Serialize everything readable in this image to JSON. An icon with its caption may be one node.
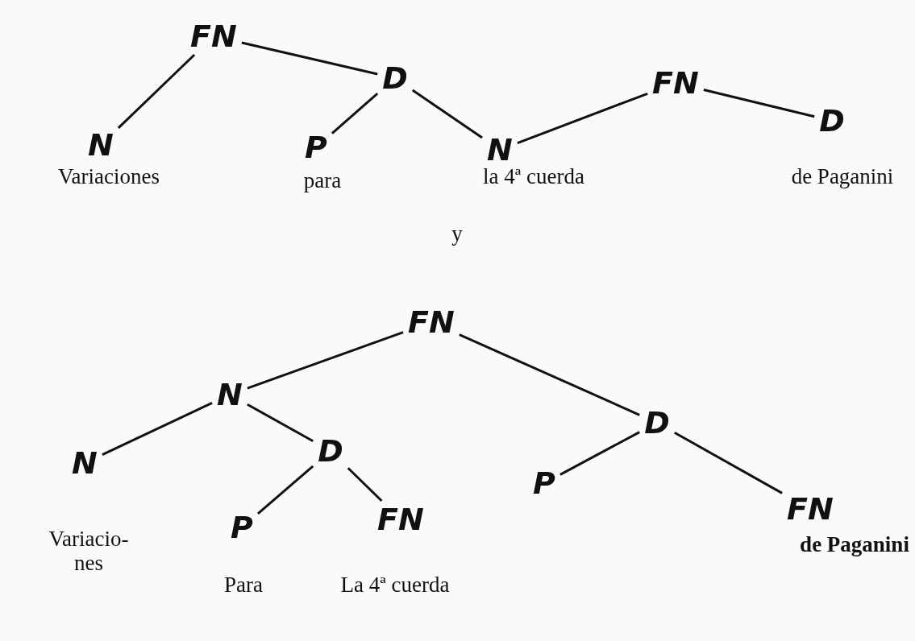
{
  "diagram": {
    "nodes": [
      {
        "text": [
          "FN"
        ]
      },
      {
        "text": [
          "N"
        ],
        "beside": [
          "Variaciones"
        ]
      },
      {
        "text": [
          "D"
        ]
      },
      {
        "text": [
          "P"
        ],
        "beside": [
          "para"
        ]
      },
      {
        "text": [
          "N"
        ],
        "beside": [
          "la 4ª cuerda"
        ]
      },
      {
        "text": [
          "FN"
        ]
      },
      {
        "text": [
          "D"
        ],
        "beside": [
          "de Paganini"
        ]
      },
      {
        "text": [
          "FN"
        ]
      },
      {
        "text": [
          "N"
        ]
      },
      {
        "text": [
          "N"
        ],
        "beside": [
          "Variacio- nes"
        ]
      },
      {
        "text": [
          "D"
        ]
      },
      {
        "text": [
          "P"
        ],
        "beside": [
          "Para"
        ]
      },
      {
        "text": [
          "FN"
        ],
        "beside": [
          "La 4ª cuerda"
        ]
      },
      {
        "text": [
          "D"
        ]
      },
      {
        "text": [
          "P"
        ]
      },
      {
        "text": [
          "FN"
        ],
        "beside": [
          "de Paganini"
        ]
      }
    ],
    "edges": [
      {
        "from": 0,
        "to": 1,
        "arrow": "none"
      },
      {
        "from": 0,
        "to": 2,
        "arrow": "none"
      },
      {
        "from": 2,
        "to": 3,
        "arrow": "none"
      },
      {
        "from": 2,
        "to": 4,
        "arrow": "none"
      },
      {
        "from": 4,
        "to": 5,
        "arrow": "none"
      },
      {
        "from": 5,
        "to": 6,
        "arrow": "none"
      },
      {
        "from": 7,
        "to": 8,
        "arrow": "none"
      },
      {
        "from": 7,
        "to": 13,
        "arrow": "none"
      },
      {
        "from": 8,
        "to": 9,
        "arrow": "none"
      },
      {
        "from": 8,
        "to": 10,
        "arrow": "none"
      },
      {
        "from": 10,
        "to": 11,
        "arrow": "none"
      },
      {
        "from": 10,
        "to": 12,
        "arrow": "none"
      },
      {
        "from": 13,
        "to": 14,
        "arrow": "none"
      },
      {
        "from": 13,
        "to": 15,
        "arrow": "none"
      }
    ],
    "labels": [
      "y"
    ]
  }
}
